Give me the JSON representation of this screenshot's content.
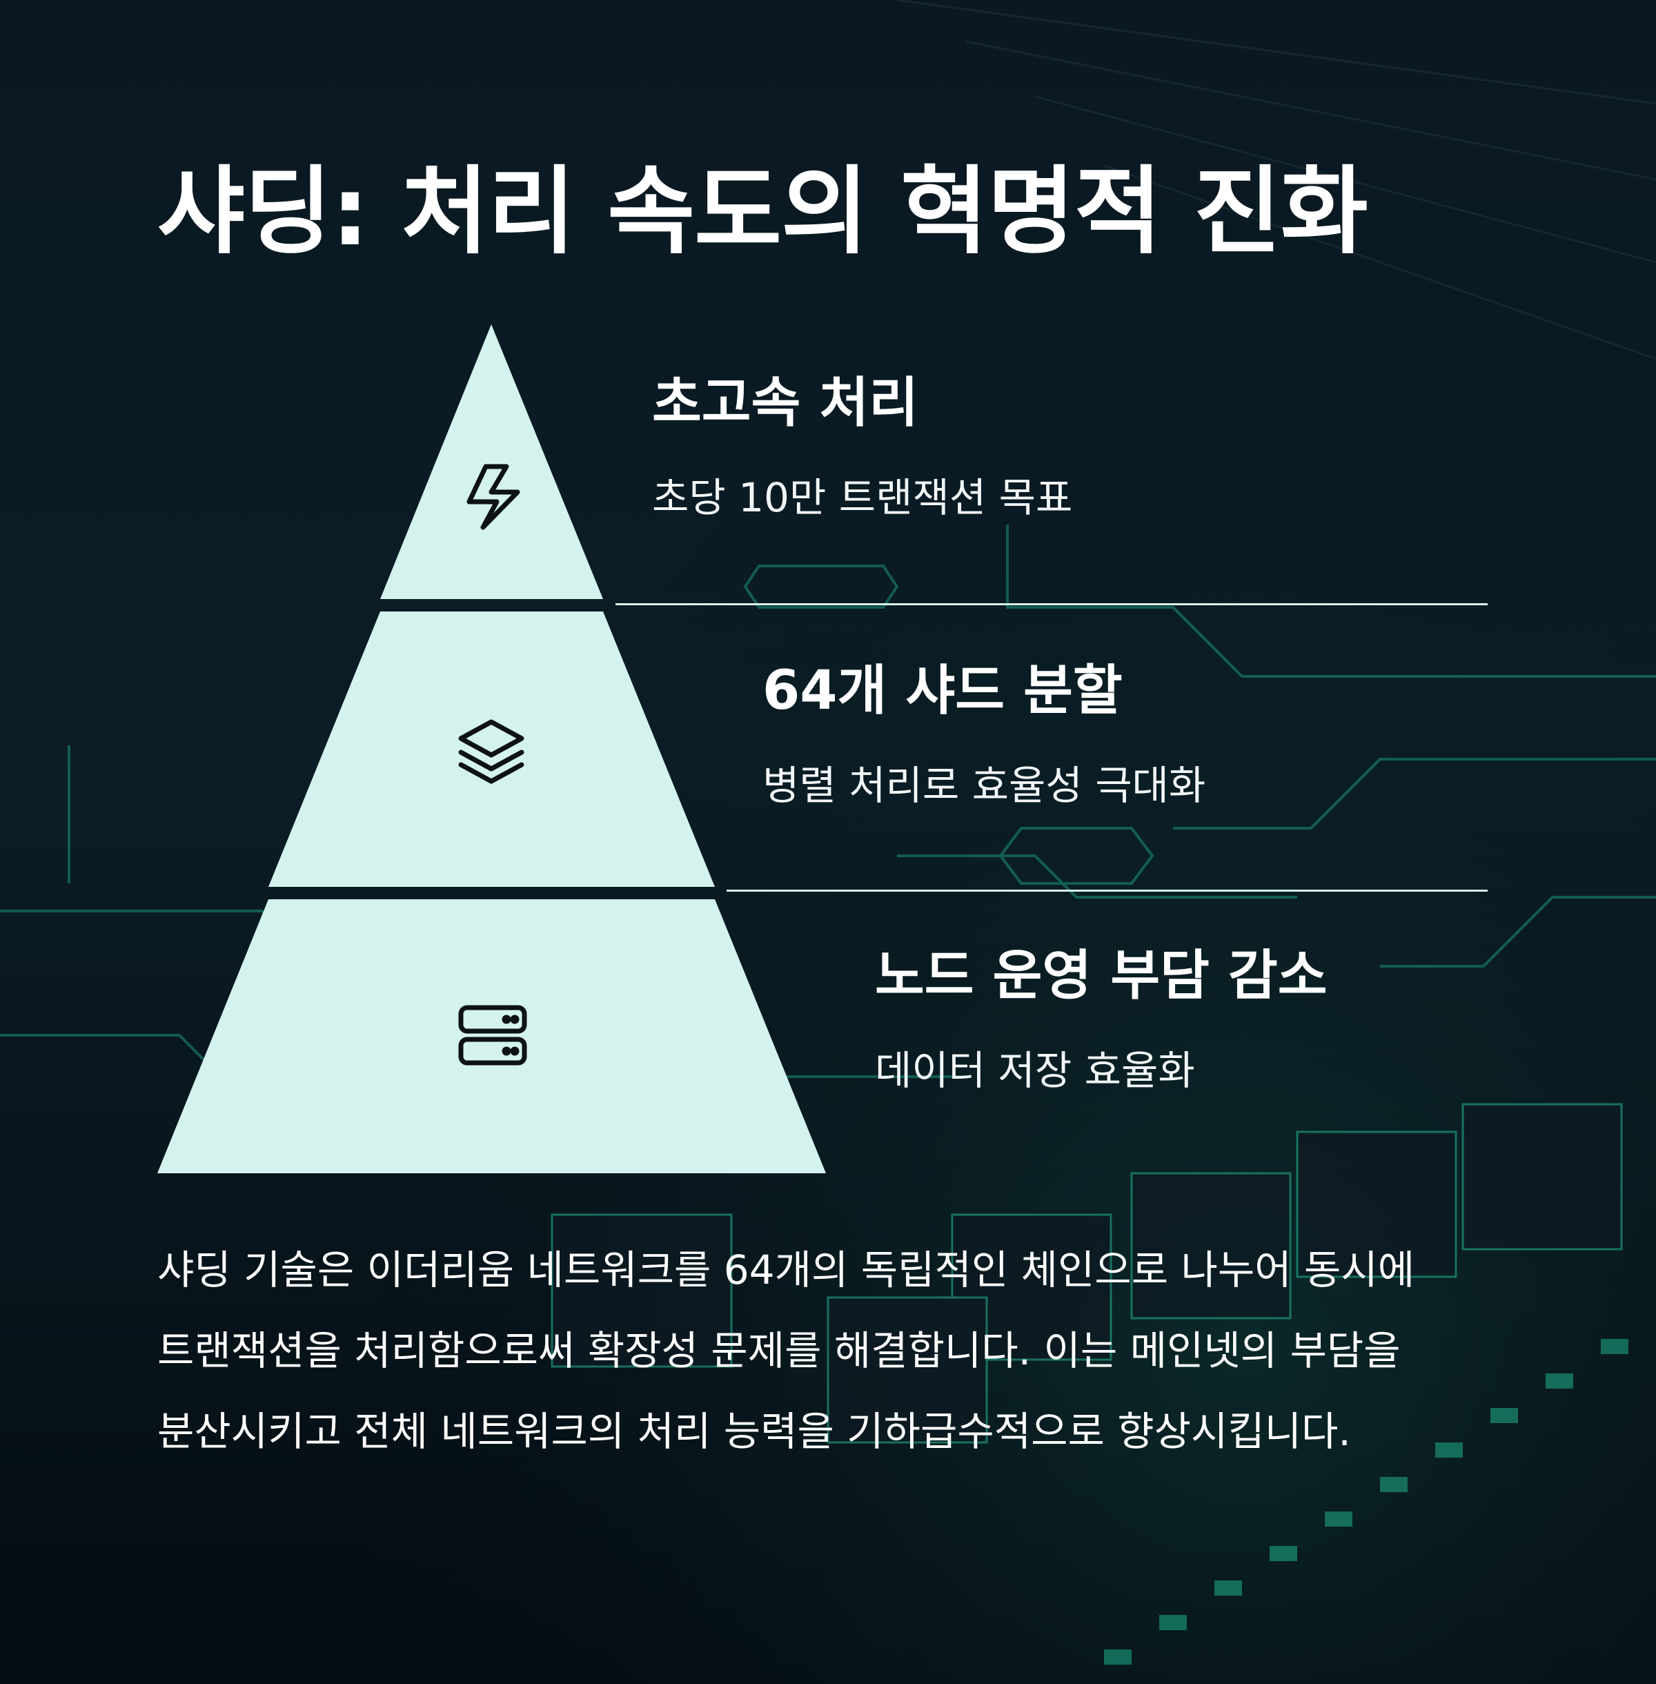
{
  "title": "샤딩: 처리 속도의 혁명적 진화",
  "colors": {
    "background": "#07121a",
    "pyramid_fill": "#d5f3ee",
    "glow_accent": "#1fae8a",
    "text": "#ffffff"
  },
  "tiers": [
    {
      "title": "초고속 처리",
      "description": "초당 10만 트랜잭션 목표",
      "icon": "lightning-icon"
    },
    {
      "title": "64개 샤드 분할",
      "description": "병렬 처리로 효율성 극대화",
      "icon": "layers-icon"
    },
    {
      "title": "노드 운영 부담 감소",
      "description": "데이터 저장 효율화",
      "icon": "server-icon"
    }
  ],
  "summary": "샤딩 기술은 이더리움 네트워크를 64개의 독립적인 체인으로 나누어 동시에 트랜잭션을 처리함으로써 확장성 문제를 해결합니다. 이는 메인넷의 부담을 분산시키고 전체 네트워크의 처리 능력을 기하급수적으로 향상시킵니다."
}
